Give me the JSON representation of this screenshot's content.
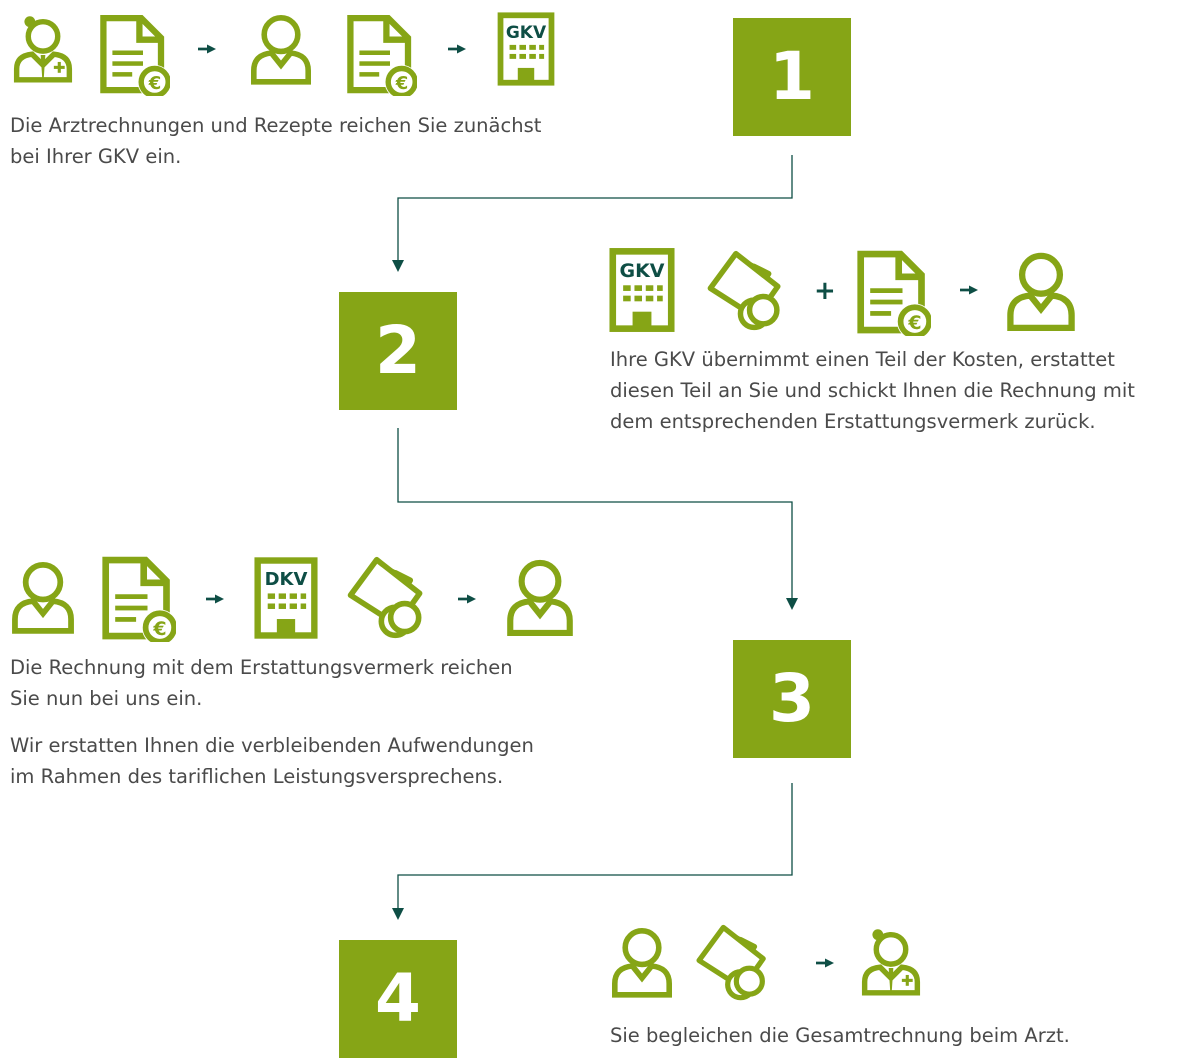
{
  "steps": [
    {
      "number": "1",
      "lines": [
        "Die Arztrechnungen und Rezepte reichen Sie zunächst",
        "bei Ihrer GKV ein."
      ]
    },
    {
      "number": "2",
      "lines": [
        "Ihre GKV übernimmt einen Teil der Kosten, erstattet",
        "diesen Teil an Sie und schickt Ihnen die Rechnung mit",
        "dem entsprechenden Erstattungsvermerk zurück."
      ]
    },
    {
      "number": "3",
      "lines": [
        "Die Rechnung mit dem Erstattungsvermerk reichen",
        "Sie nun bei uns ein."
      ],
      "lines2": [
        "Wir erstatten Ihnen die verbleibenden Aufwendungen",
        "im Rahmen des tariflichen Leistungsversprechens."
      ]
    },
    {
      "number": "4",
      "lines": [
        "Sie begleichen die Gesamtrechnung beim Arzt."
      ]
    }
  ],
  "icon_labels": {
    "gkv": "GKV",
    "dkv": "DKV",
    "plus": "+",
    "euro": "€"
  },
  "colors": {
    "accent": "#86a516",
    "label": "#0e4e45",
    "connector": "#0e4e45",
    "text": "#4a4a4a"
  }
}
